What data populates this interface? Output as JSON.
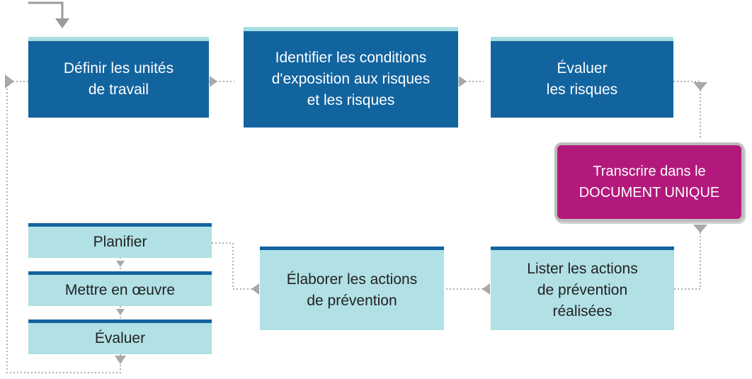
{
  "colors": {
    "dark_box": "#12649f",
    "dark_box_top": "#a7dde3",
    "light_box": "#b1e0e5",
    "light_box_top": "#12649f",
    "highlight_box": "#b3197c",
    "connector": "#a8a8a8"
  },
  "steps": {
    "definir": "Définir les unités\nde travail",
    "identifier": "Identifier les conditions\nd'exposition aux risques\net les risques",
    "evaluer_risques": "Évaluer\nles risques",
    "transcrire": "Transcrire dans le\nDOCUMENT UNIQUE",
    "lister": "Lister les actions\nde prévention\nréalisées",
    "elaborer": "Élaborer les actions\nde prévention",
    "planifier": "Planifier",
    "mettre_en_oeuvre": "Mettre en œuvre",
    "evaluer": "Évaluer"
  }
}
